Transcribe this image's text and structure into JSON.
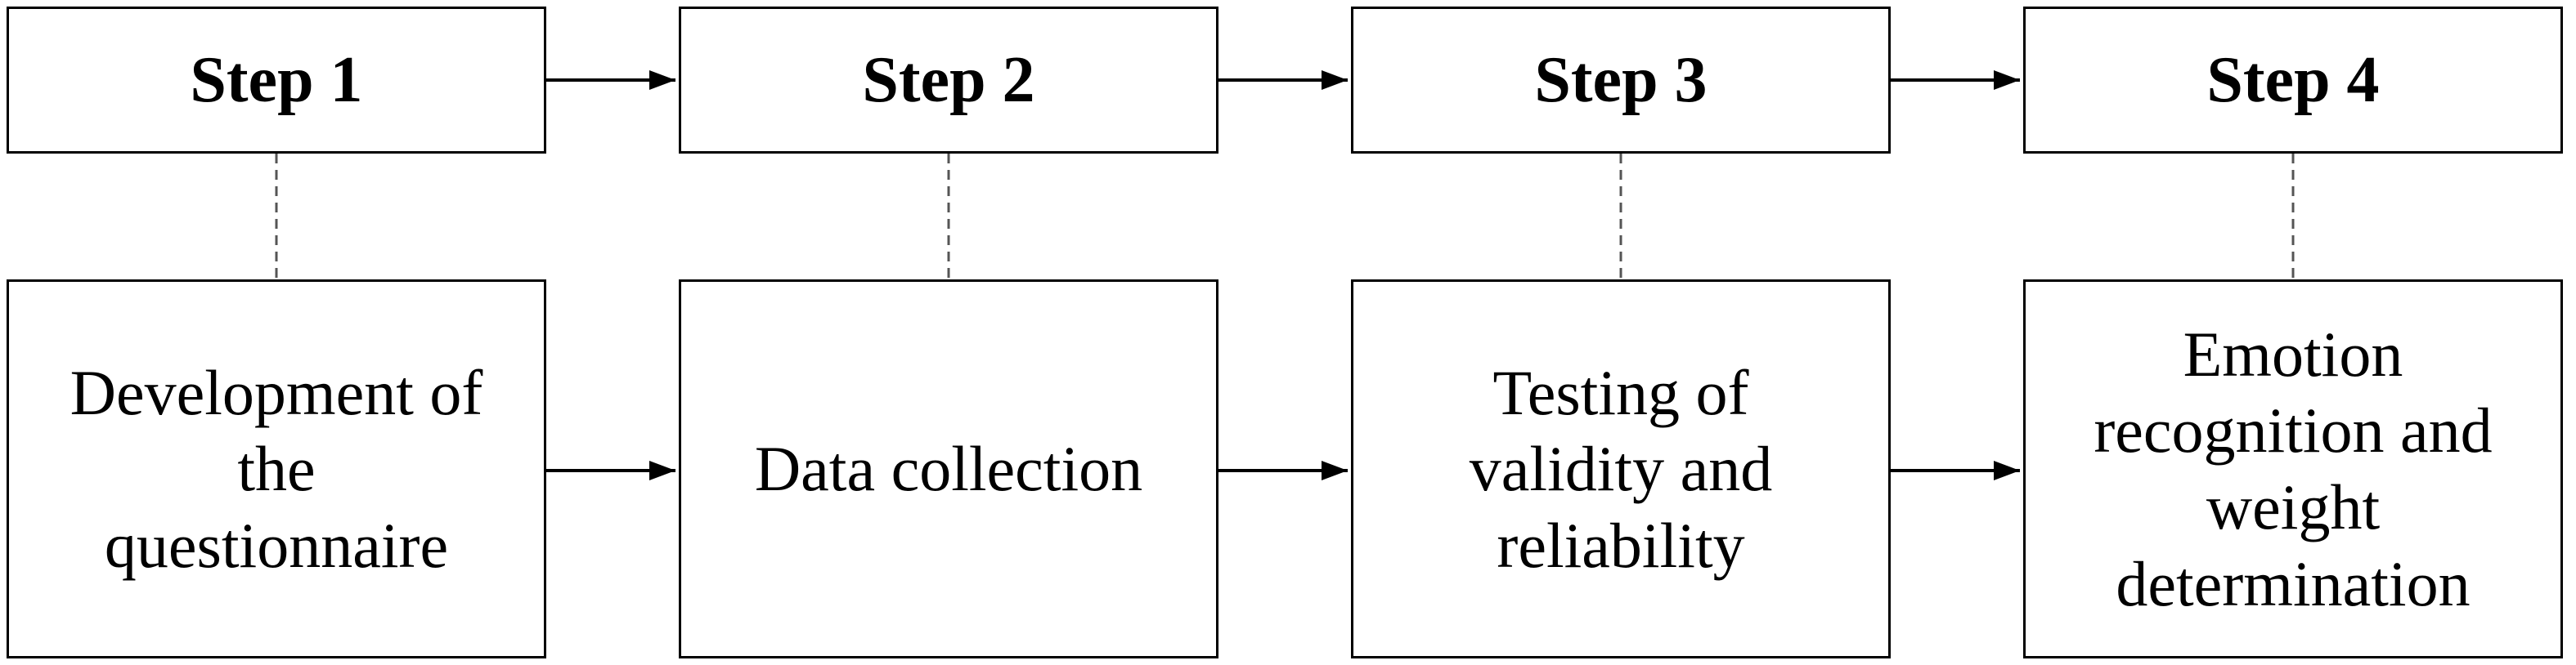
{
  "steps": [
    {
      "label": "Step 1",
      "description": "Development of\nthe\nquestionnaire"
    },
    {
      "label": "Step 2",
      "description": "Data collection"
    },
    {
      "label": "Step 3",
      "description": "Testing of\nvalidity and\nreliability"
    },
    {
      "label": "Step 4",
      "description": "Emotion\nrecognition and\nweight\ndetermination"
    }
  ]
}
